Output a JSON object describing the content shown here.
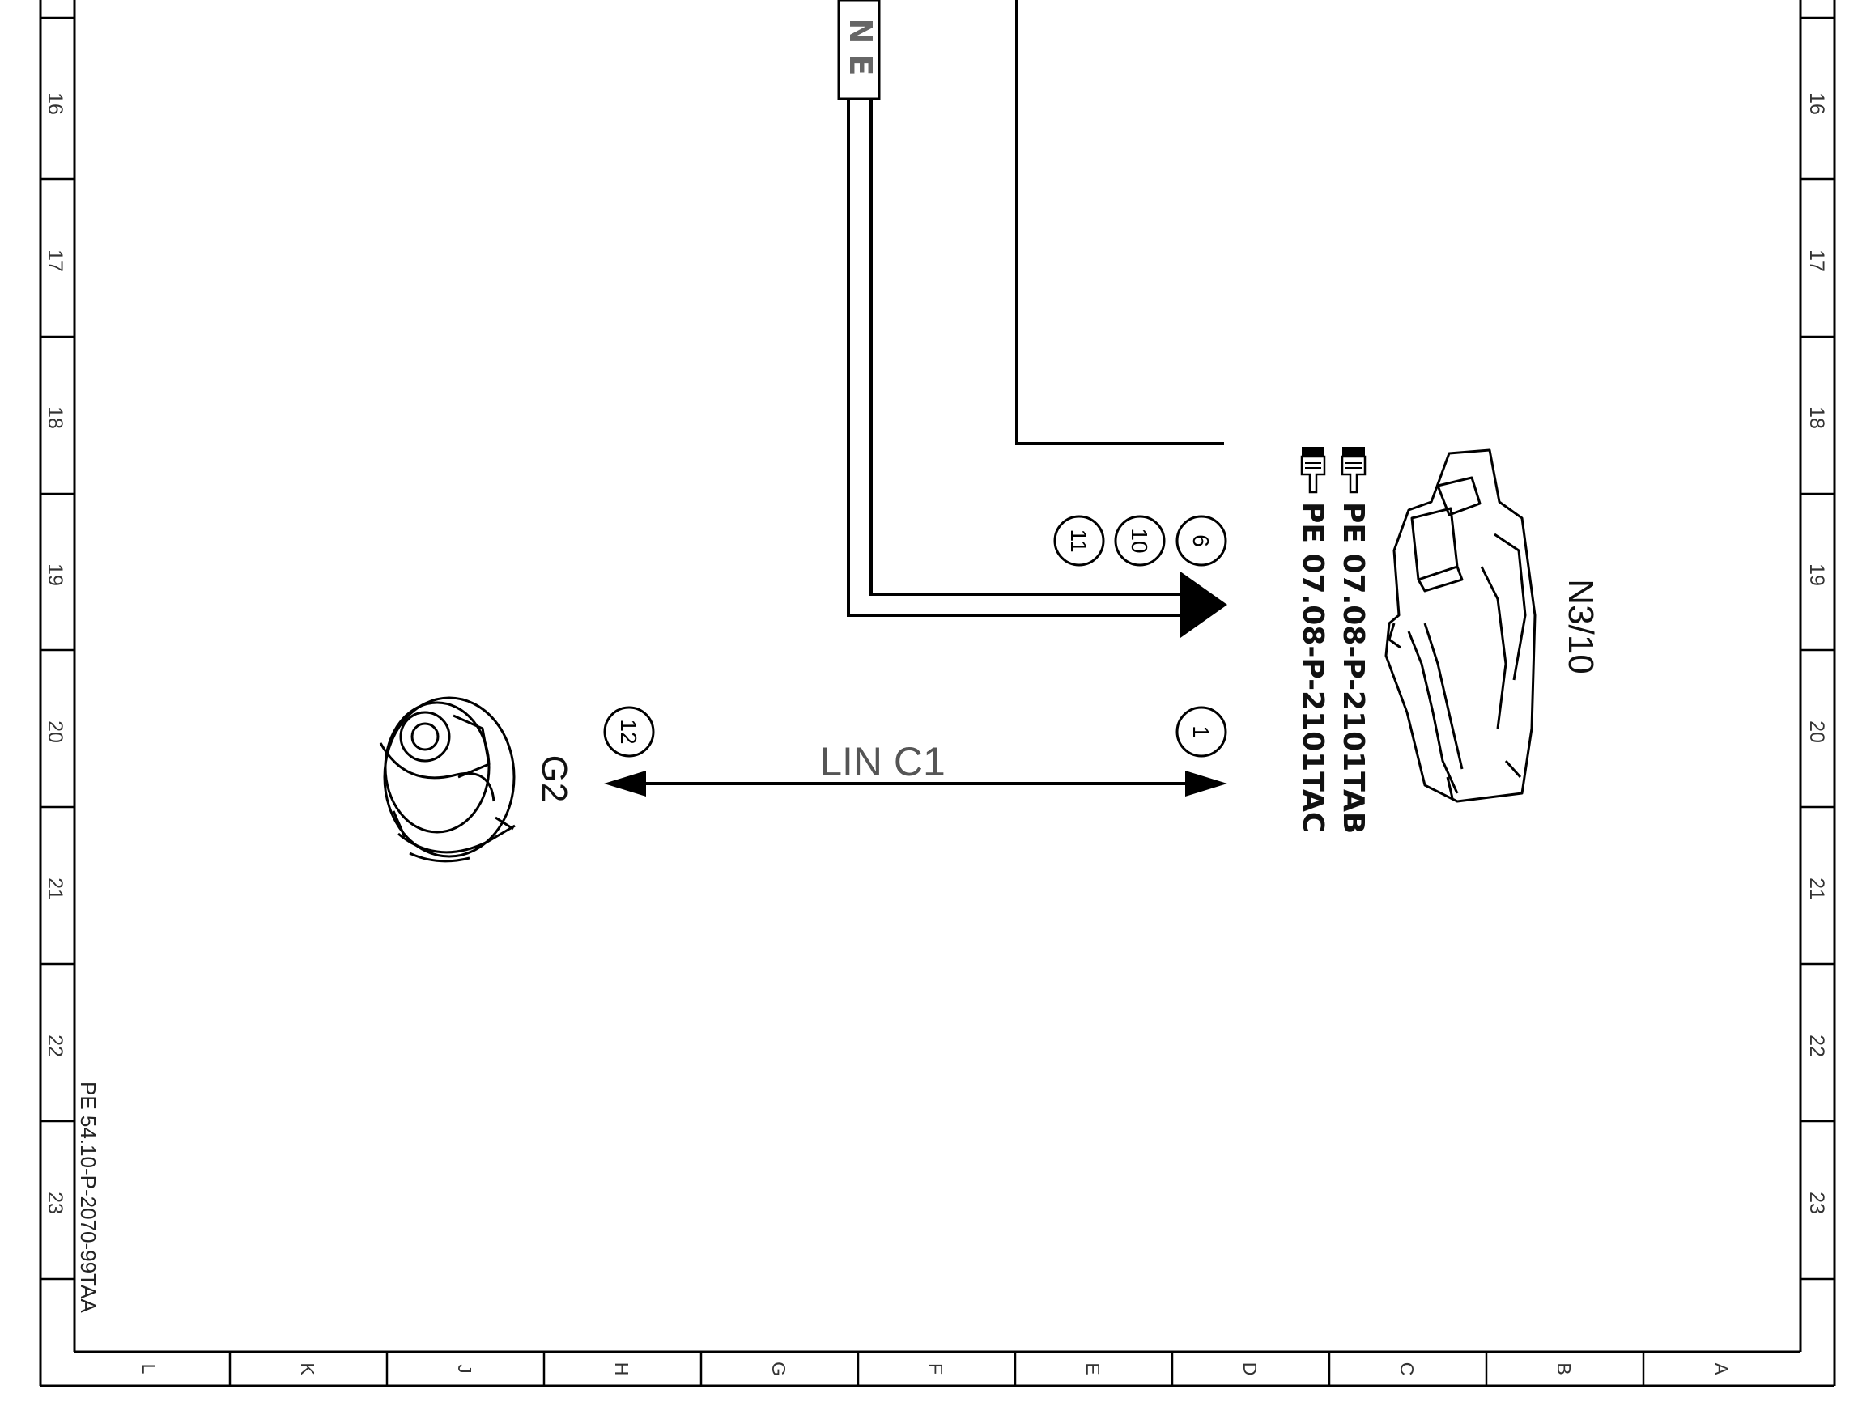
{
  "sheet": {
    "row_labels": [
      "16",
      "17",
      "18",
      "19",
      "20",
      "21",
      "22",
      "23"
    ],
    "column_labels": [
      "L",
      "K",
      "J",
      "H",
      "G",
      "F",
      "E",
      "D",
      "C",
      "B",
      "A"
    ],
    "document_id": "PE 54.10-P-2070-99TAA"
  },
  "wiring": {
    "connector_label": "N E",
    "bus_label": "LIN  C1",
    "pins_upper": [
      "6",
      "10",
      "11"
    ],
    "pin_left": "12",
    "pin_right": "1"
  },
  "components": {
    "control_unit": "N3/10",
    "generator": "G2"
  },
  "references": [
    {
      "icon": "pointing-hand-icon",
      "text": "PE 07.08-P-2101TAB"
    },
    {
      "icon": "pointing-hand-icon",
      "text": "PE 07.08-P-2101TAC"
    }
  ]
}
